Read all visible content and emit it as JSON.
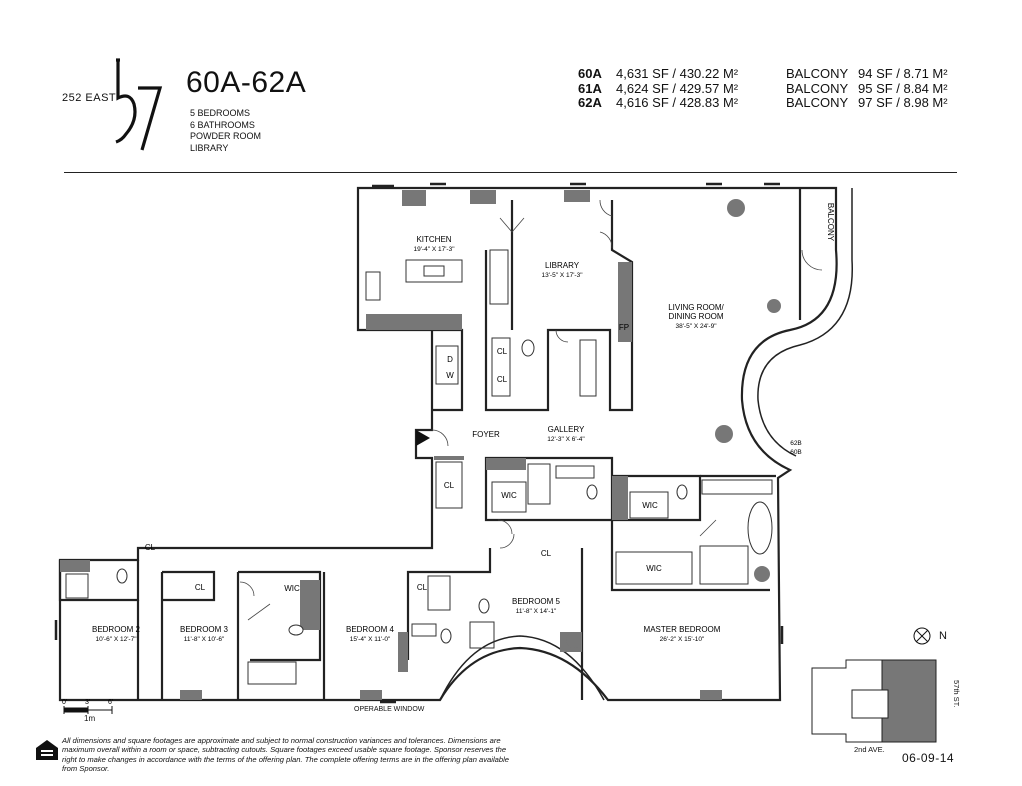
{
  "header": {
    "address": "252 EAST",
    "logo_text": "57",
    "unit_title": "60A-62A",
    "features": [
      "5 BEDROOMS",
      "6 BATHROOMS",
      "POWDER ROOM",
      "LIBRARY"
    ]
  },
  "sqft_table": [
    {
      "unit": "60A",
      "area": "4,631  SF / 430.22 M²",
      "balcony_label": "BALCONY",
      "balcony_area": "94 SF / 8.71 M²"
    },
    {
      "unit": "61A",
      "area": "4,624  SF / 429.57 M²",
      "balcony_label": "BALCONY",
      "balcony_area": "95 SF / 8.84 M²"
    },
    {
      "unit": "62A",
      "area": "4,616  SF / 428.83 M²",
      "balcony_label": "BALCONY",
      "balcony_area": "97 SF / 8.98 M²"
    }
  ],
  "rooms": {
    "kitchen": {
      "label": "KITCHEN",
      "dim": "19'-4\" X 17'-3\""
    },
    "library": {
      "label": "LIBRARY",
      "dim": "13'-5\" X 17'-3\""
    },
    "living": {
      "label": "LIVING ROOM/",
      "label2": "DINING ROOM",
      "dim": "38'-5\" X 24'-9\""
    },
    "balcony": {
      "label": "BALCONY"
    },
    "gallery": {
      "label": "GALLERY",
      "dim": "12'-3\" X 6'-4\""
    },
    "foyer": {
      "label": "FOYER"
    },
    "bedroom2": {
      "label": "BEDROOM 2",
      "dim": "10'-6\" X 12'-7\""
    },
    "bedroom3": {
      "label": "BEDROOM 3",
      "dim": "11'-8\" X 10'-6\""
    },
    "bedroom4": {
      "label": "BEDROOM 4",
      "dim": "15'-4\" X 11'-0\""
    },
    "bedroom5": {
      "label": "BEDROOM 5",
      "dim": "11'-8\" X 14'-1\""
    },
    "master": {
      "label": "MASTER BEDROOM",
      "dim": "26'-2\" X 15'-10\""
    }
  },
  "small_labels": {
    "cl": "CL",
    "wic": "WIC",
    "d": "D",
    "w": "W",
    "fp": "FP",
    "tag_62b": "62B",
    "tag_60b": "60B"
  },
  "scale": {
    "t0": "0'",
    "t3": "3'",
    "t6": "6'",
    "m": "1m"
  },
  "operable_window": "OPERABLE WINDOW",
  "compass": "N",
  "key_plan": {
    "avenue": "2nd AVE.",
    "street": "57th ST."
  },
  "disclaimer": "All dimensions and square footages are approximate and subject to normal construction variances and tolerances. Dimensions are maximum overall within a room or space, subtracting cutouts. Square footages exceed usable square footage. Sponsor reserves the right to make changes in accordance with the terms of the offering plan. The complete offering terms are in the offering plan available from Sponsor.",
  "date": "06-09-14"
}
